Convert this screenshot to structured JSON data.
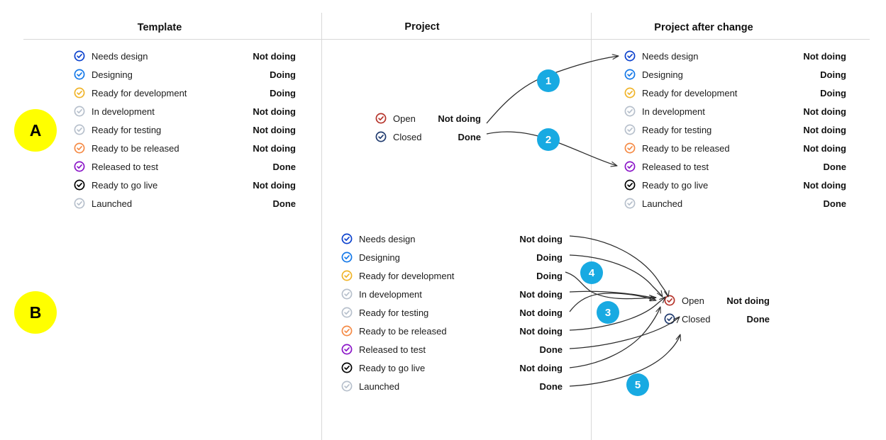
{
  "columns": {
    "template_header": "Template",
    "project_header": "Project",
    "after_header": "Project after change"
  },
  "section_markers": [
    {
      "label": "A"
    },
    {
      "label": "B"
    }
  ],
  "colors": {
    "badge_blue": "#18AAE2",
    "marker_yellow": "#FFFF00",
    "rule_grey": "#D8D8D8",
    "icon_blue_dark": "#0B41CD",
    "icon_blue": "#1378E8",
    "icon_yellow": "#F0B429",
    "icon_grey": "#B7C0CC",
    "icon_orange": "#F58A45",
    "icon_purple": "#8A14C8",
    "icon_black": "#000000",
    "icon_red_dark": "#B5332A",
    "icon_navy": "#1F3A6E",
    "text_primary": "#1B1B1B",
    "arrow_stroke": "#2B2B2B"
  },
  "template_statuses": [
    {
      "name": "Needs design",
      "value": "Not doing",
      "icon": "check-circle-icon",
      "color": "#0B41CD"
    },
    {
      "name": "Designing",
      "value": "Doing",
      "icon": "check-circle-icon",
      "color": "#1378E8"
    },
    {
      "name": "Ready for development",
      "value": "Doing",
      "icon": "check-circle-icon",
      "color": "#F0B429"
    },
    {
      "name": "In development",
      "value": "Not doing",
      "icon": "check-circle-icon",
      "color": "#B7C0CC"
    },
    {
      "name": "Ready for testing",
      "value": "Not doing",
      "icon": "check-circle-icon",
      "color": "#B7C0CC"
    },
    {
      "name": "Ready to be released",
      "value": "Not doing",
      "icon": "check-circle-icon",
      "color": "#F58A45"
    },
    {
      "name": "Released to test",
      "value": "Done",
      "icon": "check-circle-icon",
      "color": "#8A14C8"
    },
    {
      "name": "Ready to go live",
      "value": "Not doing",
      "icon": "check-circle-icon",
      "color": "#000000"
    },
    {
      "name": "Launched",
      "value": "Done",
      "icon": "check-circle-icon",
      "color": "#B7C0CC"
    }
  ],
  "project_statuses": [
    {
      "name": "Open",
      "value": "Not doing",
      "icon": "check-circle-icon",
      "color": "#B5332A"
    },
    {
      "name": "Closed",
      "value": "Done",
      "icon": "check-circle-icon",
      "color": "#1F3A6E"
    }
  ],
  "after_change_statuses": [
    {
      "name": "Needs design",
      "value": "Not doing",
      "icon": "check-circle-icon",
      "color": "#0B41CD"
    },
    {
      "name": "Designing",
      "value": "Doing",
      "icon": "check-circle-icon",
      "color": "#1378E8"
    },
    {
      "name": "Ready for development",
      "value": "Doing",
      "icon": "check-circle-icon",
      "color": "#F0B429"
    },
    {
      "name": "In development",
      "value": "Not doing",
      "icon": "check-circle-icon",
      "color": "#B7C0CC"
    },
    {
      "name": "Ready for testing",
      "value": "Not doing",
      "icon": "check-circle-icon",
      "color": "#B7C0CC"
    },
    {
      "name": "Ready to be released",
      "value": "Not doing",
      "icon": "check-circle-icon",
      "color": "#F58A45"
    },
    {
      "name": "Released to test",
      "value": "Done",
      "icon": "check-circle-icon",
      "color": "#8A14C8"
    },
    {
      "name": "Ready to go live",
      "value": "Not doing",
      "icon": "check-circle-icon",
      "color": "#000000"
    },
    {
      "name": "Launched",
      "value": "Done",
      "icon": "check-circle-icon",
      "color": "#B7C0CC"
    }
  ],
  "project_statuses_after": [
    {
      "name": "Open",
      "value": "Not doing",
      "icon": "check-circle-icon",
      "color": "#B5332A"
    },
    {
      "name": "Closed",
      "value": "Done",
      "icon": "check-circle-icon",
      "color": "#1F3A6E"
    }
  ],
  "mapping_badges": [
    {
      "label": "1"
    },
    {
      "label": "2"
    },
    {
      "label": "3"
    },
    {
      "label": "4"
    },
    {
      "label": "5"
    }
  ],
  "mappings_section_a": [
    {
      "badge": "1",
      "from": "Open",
      "to": "Needs design"
    },
    {
      "badge": "2",
      "from": "Closed",
      "to": "Released to test"
    }
  ],
  "mappings_section_b": [
    {
      "badge": "4",
      "from": "Needs design",
      "to": "Open"
    },
    {
      "badge": "4",
      "from": "Designing",
      "to": "Open"
    },
    {
      "badge": "4",
      "from": "Ready for development",
      "to": "Open"
    },
    {
      "badge": "3",
      "from": "In development",
      "to": "Open"
    },
    {
      "badge": "3",
      "from": "Ready for testing",
      "to": "Open"
    },
    {
      "badge": "3",
      "from": "Ready to be released",
      "to": "Open"
    },
    {
      "badge": "5",
      "from": "Released to test",
      "to": "Closed"
    },
    {
      "badge": "5",
      "from": "Ready to go live",
      "to": "Open"
    },
    {
      "badge": "5",
      "from": "Launched",
      "to": "Closed"
    }
  ]
}
